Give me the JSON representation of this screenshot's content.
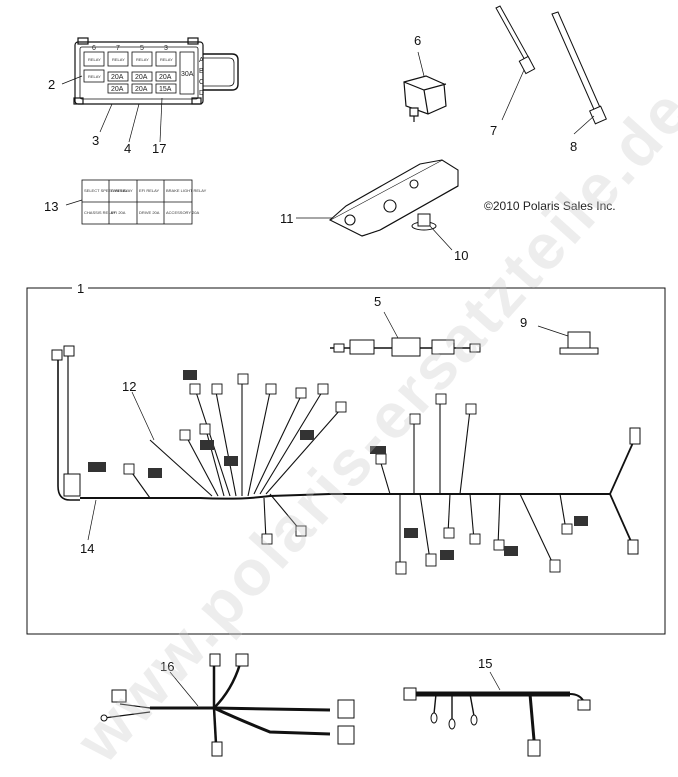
{
  "copyright": "©2010 Polaris Sales Inc.",
  "watermark": "www.polaris-ersatzteile.de",
  "callouts": {
    "c1": "1",
    "c2": "2",
    "c3": "3",
    "c4": "4",
    "c5": "5",
    "c6": "6",
    "c7": "7",
    "c8": "8",
    "c9": "9",
    "c10": "10",
    "c11": "11",
    "c12": "12",
    "c13": "13",
    "c14": "14",
    "c15": "15",
    "c16": "16",
    "c17": "17"
  },
  "fuse_box": {
    "top_labels": [
      "6",
      "7",
      "5",
      "3"
    ],
    "side_labels": [
      "A",
      "B",
      "C",
      "D"
    ],
    "relay_label": "RELAY",
    "fuse_ratings": [
      "20A",
      "20A",
      "20A",
      "20A",
      "20A",
      "15A",
      "30A"
    ]
  },
  "decal": {
    "cells": [
      "SELECT SPEED RELAY",
      "FAN RELAY",
      "EFI RELAY",
      "BRAKE LIGHT RELAY",
      "CHASSIS RELAY",
      "EFI 20A",
      "DRIVE 20A",
      "ACCESSORY 20A"
    ]
  }
}
